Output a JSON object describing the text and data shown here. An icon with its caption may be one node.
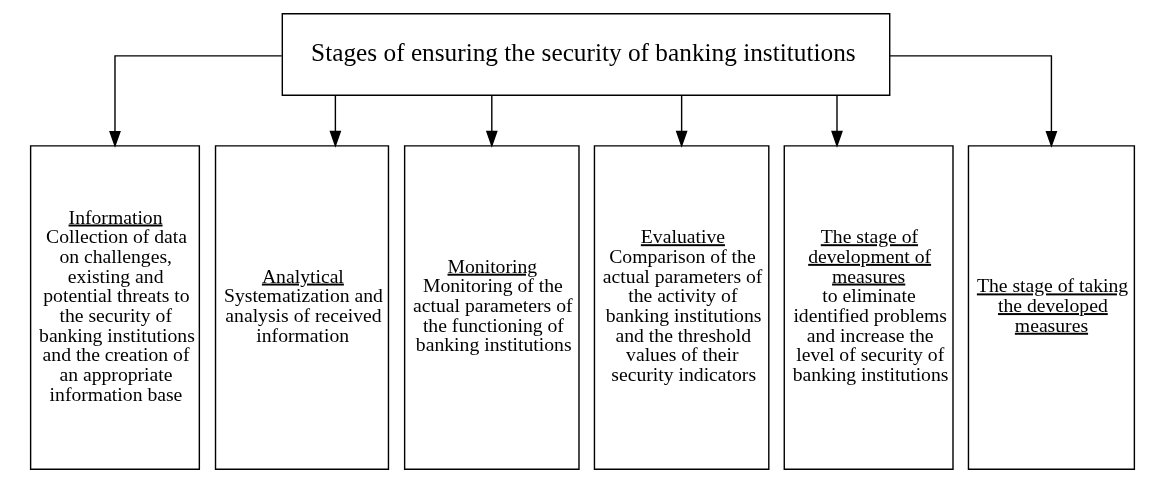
{
  "diagram": {
    "nodes": [
      {
        "text": [
          "Stages of ensuring the security of banking institutions"
        ]
      },
      {
        "text": [
          "Information",
          "Collection of data on challenges, existing and potential threats to the security of banking institutions and the creation of an appropriate information base"
        ]
      },
      {
        "text": [
          "Analytical",
          "Systematization and analysis of received information"
        ]
      },
      {
        "text": [
          "Monitoring",
          "Monitoring of the actual parameters of the functioning of banking institutions"
        ]
      },
      {
        "text": [
          "Evaluative",
          "Comparison of the actual parameters of the activity of banking institutions and the threshold values of their security indicators"
        ]
      },
      {
        "text": [
          "The stage of development of measures",
          "to eliminate identified problems and increase the level of security of banking institutions"
        ]
      },
      {
        "text": [
          "The stage of taking the developed measures"
        ]
      }
    ],
    "edges": [
      {
        "from": 0,
        "to": 1,
        "arrow": "to"
      },
      {
        "from": 0,
        "to": 2,
        "arrow": "to"
      },
      {
        "from": 0,
        "to": 3,
        "arrow": "to"
      },
      {
        "from": 0,
        "to": 4,
        "arrow": "to"
      },
      {
        "from": 0,
        "to": 5,
        "arrow": "to"
      },
      {
        "from": 0,
        "to": 6,
        "arrow": "to"
      }
    ]
  }
}
